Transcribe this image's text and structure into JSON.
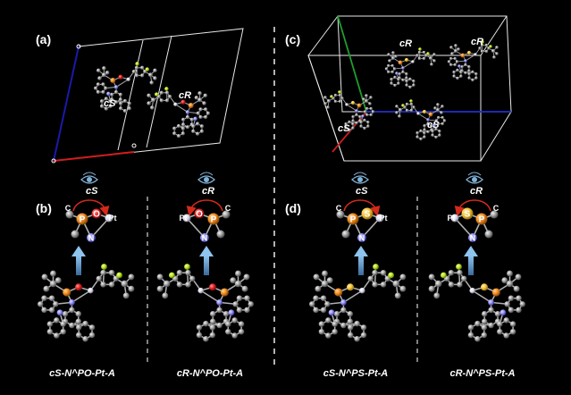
{
  "panels": {
    "a": {
      "label": "(a)",
      "chirality_left": "cS",
      "chirality_right": "cR"
    },
    "b": {
      "label": "(b)",
      "view_left": "cS",
      "view_right": "cR",
      "caption_left": "cS-N^PO-Pt-A",
      "caption_right": "cR-N^PO-Pt-A"
    },
    "c": {
      "label": "(c)",
      "tags": [
        "cR",
        "cR",
        "cS",
        "cS"
      ]
    },
    "d": {
      "label": "(d)",
      "view_left": "cS",
      "view_right": "cR",
      "caption_left": "cS-N^PS-Pt-A",
      "caption_right": "cR-N^PS-Pt-A"
    }
  },
  "atoms": {
    "P": "P",
    "O": "O",
    "S": "S",
    "Pt": "Pt",
    "N": "N",
    "C": "C"
  },
  "colors": {
    "background": "#000000",
    "carbon": "#9a9a9a",
    "phosphorus": "#f08a1c",
    "sulfur": "#f2c23a",
    "oxygen": "#e31f1f",
    "nitrogen": "#8c8cf0",
    "fluorine": "#b8e21a",
    "platinum": "#e8e8e8",
    "arrow": "#6fa8d6",
    "curve": "#d42a1a",
    "cell_a": "#1a1aaa",
    "cell_red": "#d01e1e",
    "cell_green": "#1e9e2e",
    "cell_blue": "#2030c8"
  },
  "icons": [
    "eye-icon",
    "up-arrow-icon",
    "rotation-arrow-icon"
  ]
}
